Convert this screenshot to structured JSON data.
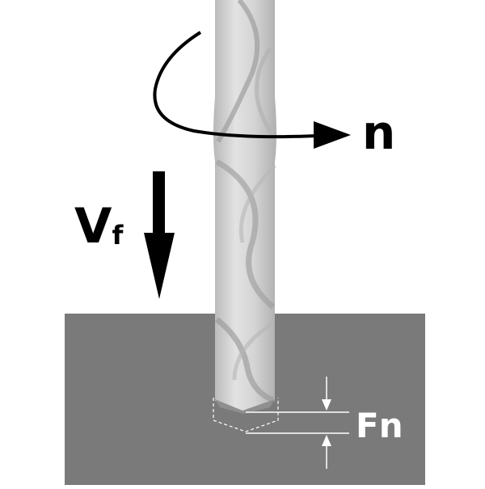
{
  "labels": {
    "rotation": "n",
    "feed_velocity_main": "V",
    "feed_velocity_sub": "f",
    "feed_per_rev": "Fn"
  },
  "colors": {
    "background": "#ffffff",
    "workpiece": "#7a7a7a",
    "drill_light": "#dcdcdc",
    "drill_mid": "#c4c4c4",
    "drill_dark": "#a9a9a9",
    "arrow": "#000000",
    "dimension_label": "#ffffff"
  }
}
